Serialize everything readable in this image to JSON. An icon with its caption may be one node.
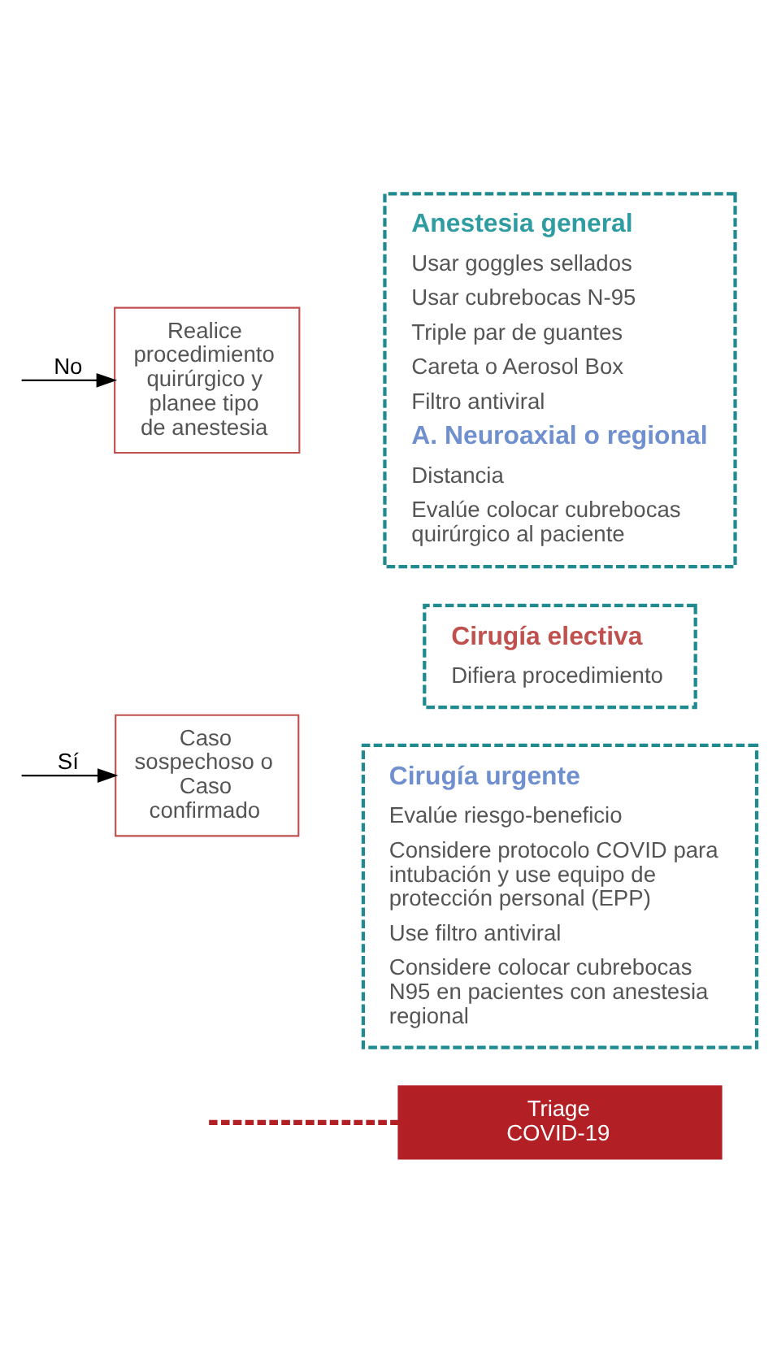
{
  "diagram": {
    "nodes": [
      {
        "text": [
          "Triage COVID-19"
        ]
      },
      {
        "text": [
          "Caso sospechoso o Caso confirmado"
        ]
      },
      {
        "text": [
          "Cirugía electiva",
          "Difiera procedimiento"
        ]
      },
      {
        "text": [
          "Cirugía urgente",
          "Evalúe riesgo-beneficio",
          "Considere protocolo COVID para intubación y use equipo de protección personal (EPP)",
          "Use filtro antiviral",
          "Considere colocar cubrebocas N95 en pacientes con anestesia regional"
        ]
      },
      {
        "text": [
          "Realice procedimiento quirúrgico y planee tipo de anestesia"
        ]
      },
      {
        "text": [
          "Anestesia general",
          "Usar goggles sellados",
          "Usar cubrebocas N-95",
          "Triple par de guantes",
          "Careta o Aerosol Box",
          "Filtro antiviral",
          "A. Neuroaxial o regional",
          "Distancia",
          "Evalúe colocar cubrebocas quirúrgico al paciente"
        ]
      }
    ],
    "edges": [
      {
        "from": null,
        "to": 0,
        "arrow": "none",
        "style": "dashed",
        "color": "#b21f24"
      },
      {
        "from": null,
        "to": 1,
        "label": "Sí",
        "arrow": "to"
      },
      {
        "from": null,
        "to": 4,
        "label": "No",
        "arrow": "to"
      }
    ]
  }
}
